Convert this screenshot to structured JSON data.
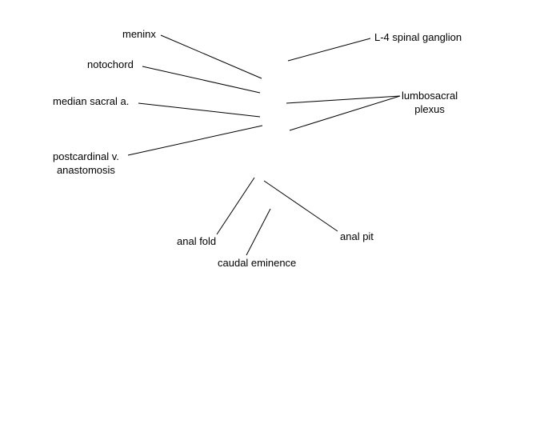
{
  "colors": {
    "background": "#ffffff",
    "text": "#000000",
    "line": "#000000"
  },
  "labels": {
    "meninx": "meninx",
    "notochord": "notochord",
    "median_sacral": "median sacral a.",
    "postcardinal_line1": "postcardinal v.",
    "postcardinal_line2": "anastomosis",
    "l4_spinal_ganglion": "L-4 spinal ganglion",
    "lumbosacral_line1": "lumbosacral",
    "lumbosacral_line2": "plexus",
    "anal_fold": "anal fold",
    "caudal_eminence": "caudal eminence",
    "anal_pit": "anal pit"
  }
}
